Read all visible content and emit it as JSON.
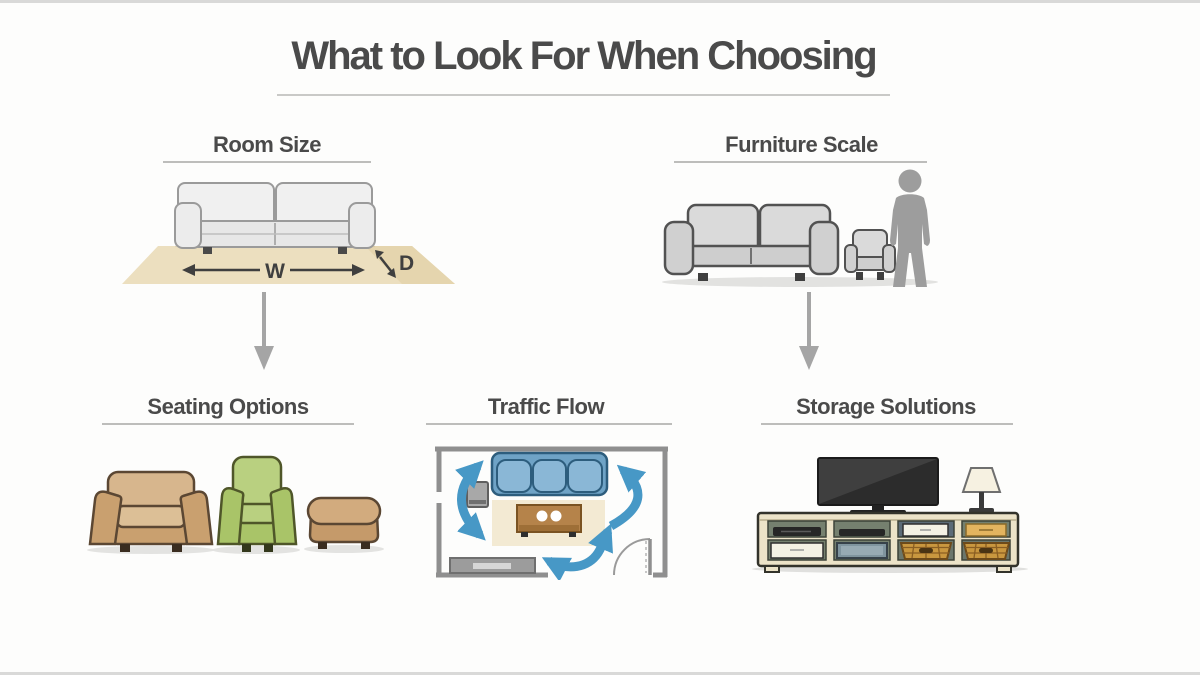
{
  "title": "What to Look For When Choosing",
  "sections": {
    "room_size": {
      "heading": "Room Size",
      "labels": {
        "width": "W",
        "depth": "D"
      },
      "illustration": "sofa-on-rug-with-dimension-arrows"
    },
    "furniture_scale": {
      "heading": "Furniture Scale",
      "illustration": "sofa-armchair-person-size-comparison"
    },
    "seating_options": {
      "heading": "Seating Options",
      "illustration": "loveseat-armchair-ottoman"
    },
    "traffic_flow": {
      "heading": "Traffic Flow",
      "illustration": "floor-plan-with-circulation-arrows"
    },
    "storage_solutions": {
      "heading": "Storage Solutions",
      "illustration": "tv-console-with-baskets-and-lamp"
    }
  },
  "icons": [
    "down-arrow-icon",
    "width-dimension-arrow-icon",
    "depth-dimension-arrow-icon",
    "door-swing-icon",
    "circulation-arrow-icon"
  ],
  "colors": {
    "heading_text": "#4a4a4a",
    "divider_gray": "#bdbdbb",
    "flow_arrow_gray": "#a5a5a5",
    "traffic_arrow_blue": "#4798c6",
    "traffic_sofa_blue": "#85b3d1",
    "rug_tan": "#ecdfbf",
    "seating_tan": "#c9a06f",
    "seating_green": "#aec973",
    "storage_cabinet_cream": "#ece3c8",
    "basket_wicker": "#c9973f"
  }
}
